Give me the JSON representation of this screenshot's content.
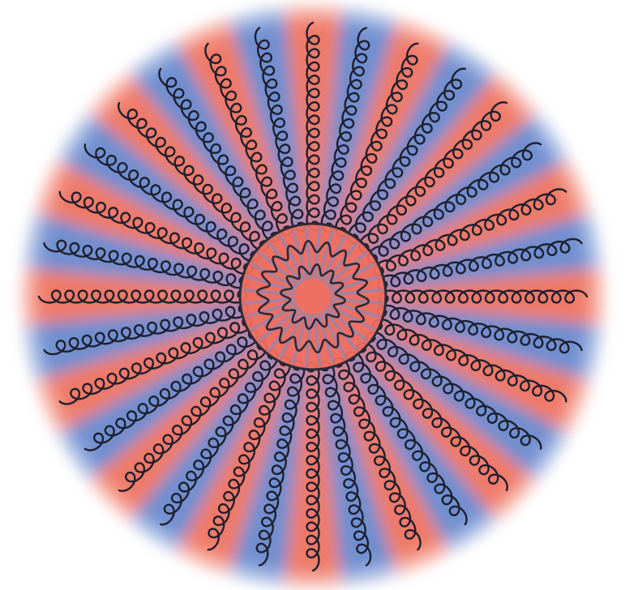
{
  "figure": {
    "spring_count": 32,
    "palette": {
      "background": "#ffffff",
      "warm_band": "#f07a68",
      "cool_band": "#6f8fd0",
      "spring_stroke": "#1f1f2e",
      "center_fill": "#f26e5c",
      "center_ring_stroke": "#2a2a38"
    },
    "inner_flower_petals": [
      18,
      12
    ]
  }
}
